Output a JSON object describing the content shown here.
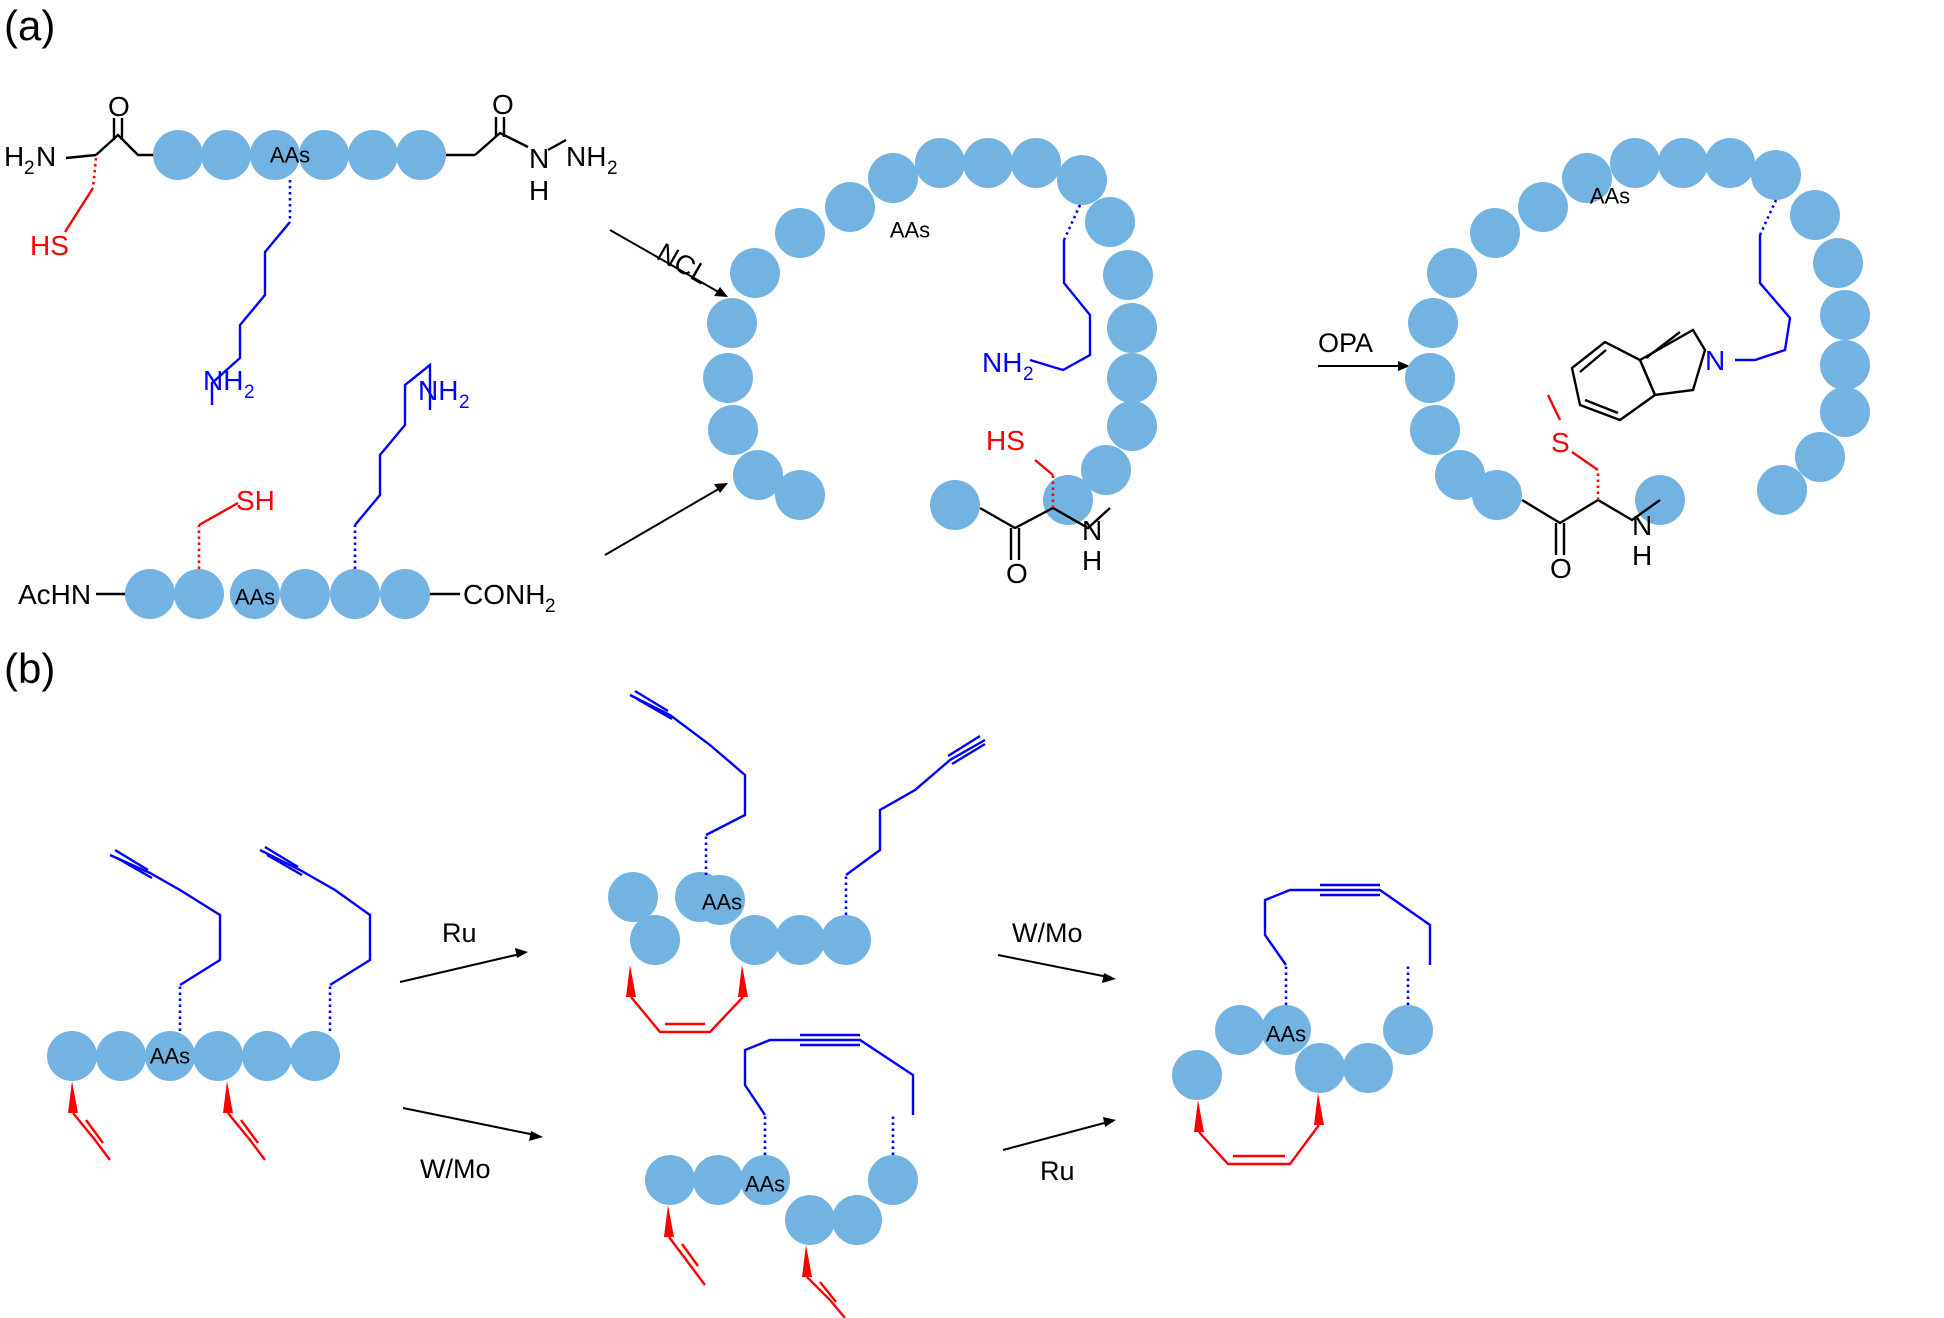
{
  "panels": {
    "a": "(a)",
    "b": "(b)"
  },
  "bead_label": "AAs",
  "conditions": {
    "ncl": "NCL",
    "opa": "OPA",
    "ru_top": "Ru",
    "wmo_top": "W/Mo",
    "wmo_bottom": "W/Mo",
    "ru_bottom": "Ru"
  },
  "atoms": {
    "h2n": "H",
    "h2n_2": "2",
    "h2n_N": "N",
    "o": "O",
    "sh": "HS",
    "nh": "N",
    "h": "H",
    "nh2": "NH",
    "nh2_2": "2",
    "acn": "AcHN",
    "sh2": "SH",
    "conh2": "CONH",
    "conh2_2": "2",
    "s": "S",
    "n": "N"
  },
  "colors": {
    "bead": "#73b3e2",
    "lysine": "#0000ff",
    "cysteine": "#ff0000",
    "bond": "#000000"
  }
}
